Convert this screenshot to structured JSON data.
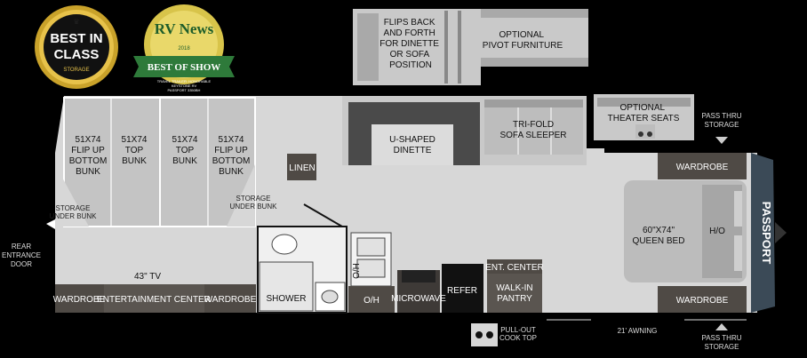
{
  "badges": {
    "best_in_class": {
      "line1": "BEST IN",
      "line2": "CLASS",
      "sub": "STORAGE"
    },
    "rv_news": {
      "title": "RV News",
      "ribbon": "BEST OF SHOW",
      "year": "2018",
      "caption1": "TRAVEL TRAILER: HONORABLE",
      "caption2": "KEYSTONE RV",
      "caption3": "PASSPORT 3350BH"
    }
  },
  "optional": {
    "flip_note": [
      "FLIPS BACK",
      "AND FORTH",
      "FOR DINETTE",
      "OR SOFA",
      "POSITION"
    ],
    "pivot_furniture": [
      "OPTIONAL",
      "PIVOT FURNITURE"
    ],
    "theater_seats": [
      "OPTIONAL",
      "THEATER SEATS"
    ]
  },
  "bunks": [
    [
      "51X74",
      "FLIP UP",
      "BOTTOM",
      "BUNK"
    ],
    [
      "51X74",
      "TOP",
      "BUNK"
    ],
    [
      "51X74",
      "TOP",
      "BUNK"
    ],
    [
      "51X74",
      "FLIP UP",
      "BOTTOM",
      "BUNK"
    ]
  ],
  "storage_under_bunk_left": [
    "STORAGE",
    "UNDER BUNK"
  ],
  "storage_under_bunk_right": [
    "STORAGE",
    "UNDER BUNK"
  ],
  "linen": "LINEN",
  "dinette": [
    "U-SHAPED",
    "DINETTE"
  ],
  "sofa": [
    "TRI-FOLD",
    "SOFA SLEEPER"
  ],
  "pass_thru_top": [
    "PASS THRU",
    "STORAGE"
  ],
  "pass_thru_bottom": [
    "PASS THRU",
    "STORAGE"
  ],
  "wardrobe_top": "WARDROBE",
  "wardrobe_bottom": "WARDROBE",
  "bed": [
    "60\"X74\"",
    "QUEEN BED"
  ],
  "ho": "H/O",
  "brand": "PASSPORT",
  "rear_door": [
    "REAR",
    "ENTRANCE",
    "DOOR"
  ],
  "tv": "43\" TV",
  "rear_cabinets": {
    "left": "WARDROBE",
    "center": "ENTERTAINMENT CENTER",
    "right": "WARDROBE"
  },
  "bath": {
    "shower": "SHOWER"
  },
  "oh_vertical": "O/H",
  "oh": "O/H",
  "microwave": "MICROWAVE",
  "refer": "REFER",
  "ent_center": "ENT. CENTER",
  "pantry": [
    "WALK-IN",
    "PANTRY"
  ],
  "pull_out": [
    "PULL-OUT",
    "COOK TOP"
  ],
  "awning": "21' AWNING"
}
